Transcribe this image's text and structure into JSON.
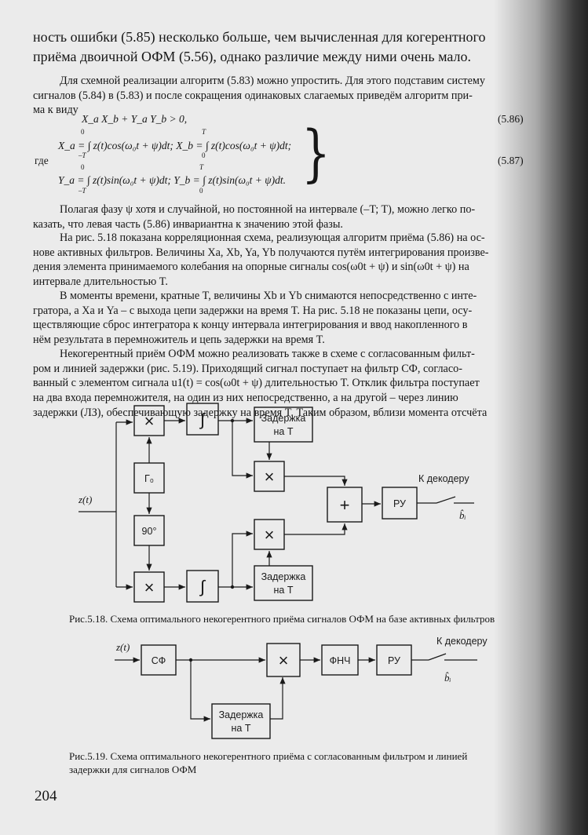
{
  "lead_lines": [
    "ность ошибки (5.85) несколько больше, чем вычисленная для когерентного",
    "приёма двоичной ОФМ (5.56), однако различие между ними очень мало."
  ],
  "para1": [
    "Для схемной реализации алгоритм (5.83) можно упростить. Для этого подставим систему",
    "сигналов (5.84) в (5.83) и после сокращения одинаковых слагаемых приведём алгоритм при-",
    "ма к виду"
  ],
  "formulas": {
    "main": "X_a X_b + Y_a Y_b > 0,",
    "main_num": "(5.86)",
    "where": "где",
    "x_line": "X_a = ∫ z(t)cos(ω₀t + ψ)dt;  X_b = ∫ z(t)cos(ω₀t + ψ)dt;",
    "y_line": "Y_a = ∫ z(t)sin(ω₀t + ψ)dt;  Y_b = ∫ z(t)sin(ω₀t + ψ)dt.",
    "def_num": "(5.87)",
    "lim_0": "0",
    "lim_T": "T",
    "lim_mT": "–T"
  },
  "para2": [
    "Полагая фазу ψ хотя и случайной, но постоянной на интервале (–T; T), можно легко по-",
    "казать, что левая часть (5.86) инвариантна к значению этой фазы."
  ],
  "para3": [
    "На рис. 5.18 показана корреляционная схема, реализующая алгоритм приёма (5.86) на ос-",
    "нове активных фильтров. Величины Xa, Xb, Ya, Yb получаются путём интегрирования произве-",
    "дения элемента принимаемого колебания на опорные сигналы cos(ω0t + ψ) и sin(ω0t + ψ) на",
    "интервале длительностью T."
  ],
  "para4": [
    "В моменты времени, кратные T, величины Xb и Yb снимаются непосредственно с инте-",
    "гратора, а Xa и Ya – с выхода цепи задержки на время T. На рис. 5.18 не показаны цепи, осу-",
    "ществляющие сброс интегратора к концу интервала интегрирования и ввод накопленного в",
    "нём результата в перемножитель и цепь задержки на время T."
  ],
  "para5": [
    "Некогерентный приём ОФМ можно реализовать также в схеме с согласованным фильт-",
    "ром и линией задержки (рис. 5.19). Приходящий сигнал поступает на фильтр СФ, согласо-",
    "ванный с элементом сигнала u1(t) = cos(ω0t + ψ) длительностью T. Отклик фильтра поступает",
    "на два входа перемножителя, на один из них непосредственно, а на другой – через линию",
    "задержки (ЛЗ), обеспечивающую задержку на время T. Таким образом, вблизи момента отсчёта"
  ],
  "fig18": {
    "mult": "×",
    "integ": "∫",
    "delay1": "Задержка",
    "delay2": "на T",
    "gen": "Г₀",
    "shift": "90°",
    "sum": "+",
    "ru": "РУ",
    "to_decoder": "К декодеру",
    "input": "z(t)",
    "output": "b̂ᵢ",
    "caption": "Рис.5.18.  Схема оптимального некогерентного приёма сигналов ОФМ на базе активных фильтров"
  },
  "fig19": {
    "sf": "СФ",
    "mult": "×",
    "fnch": "ФНЧ",
    "ru": "РУ",
    "delay1": "Задержка",
    "delay2": "на T",
    "to_decoder": "К декодеру",
    "input": "z(t)",
    "output": "b̂ᵢ",
    "caption_1": "Рис.5.19.  Схема оптимального некогерентного приёма с согласованным фильтром и линией",
    "caption_2": "задержки для сигналов ОФМ"
  },
  "page_number": "204"
}
